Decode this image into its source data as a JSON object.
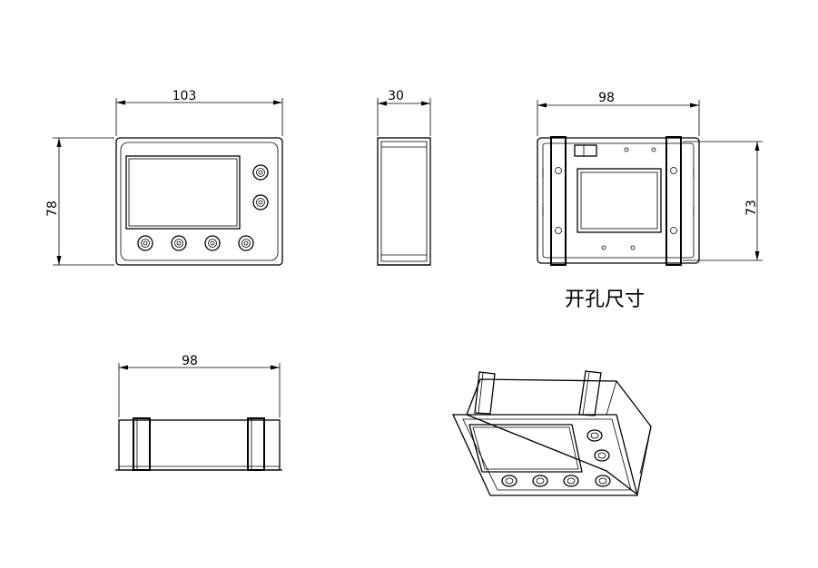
{
  "dimensions": {
    "front_width": "103",
    "front_height": "78",
    "side_depth": "30",
    "back_width": "98",
    "back_height": "73",
    "bottom_width": "98"
  },
  "caption": "开孔尺寸"
}
